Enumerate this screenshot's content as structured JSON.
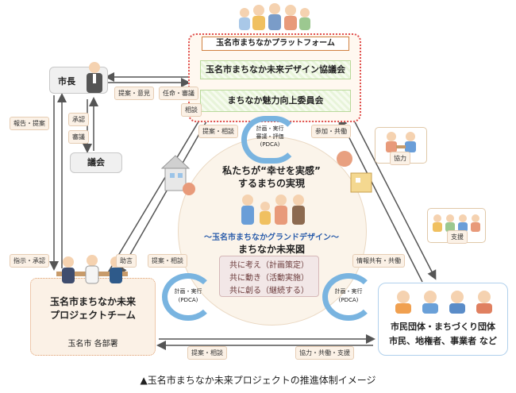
{
  "caption": "▲玉名市まちなか未来プロジェクトの推進体制イメージ",
  "platform": {
    "title": "玉名市まちなかプラットフォーム",
    "council": "玉名市まちなか未来デザイン協議会",
    "committee": "まちなか魅力向上委員会"
  },
  "mayor": "市長",
  "assembly": "議会",
  "project_team": {
    "title_line1": "玉名市まちなか未来",
    "title_line2": "プロジェクトチーム",
    "sub": "玉名市 各部署"
  },
  "citizens": {
    "line1": "市民団体・まちづくり団体",
    "line2": "市民、地権者、事業者 など"
  },
  "center": {
    "slogan_line1": "私たちが“幸せを実感”",
    "slogan_line2": "するまちの実現",
    "design_line1": "～玉名市まちなかグランドデザイン～",
    "design_line2": "まちなか未来図",
    "principles": [
      "共に考え（計画策定）",
      "共に動き（活動実施）",
      "共に創る（継続する）"
    ]
  },
  "cycles": {
    "top": [
      "計画・実行",
      "審議・評価",
      "(PDCA)"
    ],
    "left": [
      "計画・実行",
      "(PDCA)"
    ],
    "right": [
      "計画・実行",
      "(PDCA)"
    ]
  },
  "tags": {
    "proposal_opinion": "提案・意見",
    "appoint_deliberate": "任命・審議",
    "consult_top": "相談",
    "report_proposal": "報告・提案",
    "approval": "承認",
    "deliberation": "審議",
    "proposal_consult_left_top": "提案・相談",
    "participation_collab": "参加・共働",
    "instruction_approval": "指示・承認",
    "advice": "助言",
    "proposal_consult_mid": "提案・相談",
    "info_share_collab": "情報共有・共働",
    "cooperation": "協力",
    "support": "支援",
    "proposal_consult_bottom": "提案・相談",
    "collab_support": "協力・共働・支援"
  }
}
